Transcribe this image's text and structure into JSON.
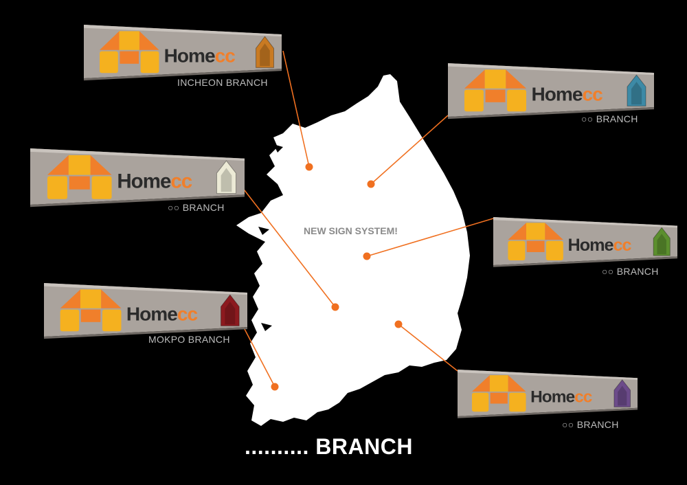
{
  "center_label": "NEW SIGN SYSTEM!",
  "footer": ".......... BRANCH",
  "brand": {
    "name_plain": "Home",
    "name_accent": "cc",
    "colors": {
      "orange": "#f07f2b",
      "yellow": "#f5b11f",
      "panel": "#aaa39d",
      "dark": "#2b2b2b",
      "line": "#f07020",
      "map": "#ffffff"
    }
  },
  "signs": [
    {
      "label": "INCHEON BRANCH",
      "house_color": "#c97a22"
    },
    {
      "label": "○○ BRANCH",
      "house_color": "#3d8aa6"
    },
    {
      "label": "○○ BRANCH",
      "house_color": "#ecead6"
    },
    {
      "label": "○○ BRANCH",
      "house_color": "#5c8f2e"
    },
    {
      "label": "MOKPO BRANCH",
      "house_color": "#8c1a1f"
    },
    {
      "label": "○○ BRANCH",
      "house_color": "#6c4b8a"
    }
  ]
}
